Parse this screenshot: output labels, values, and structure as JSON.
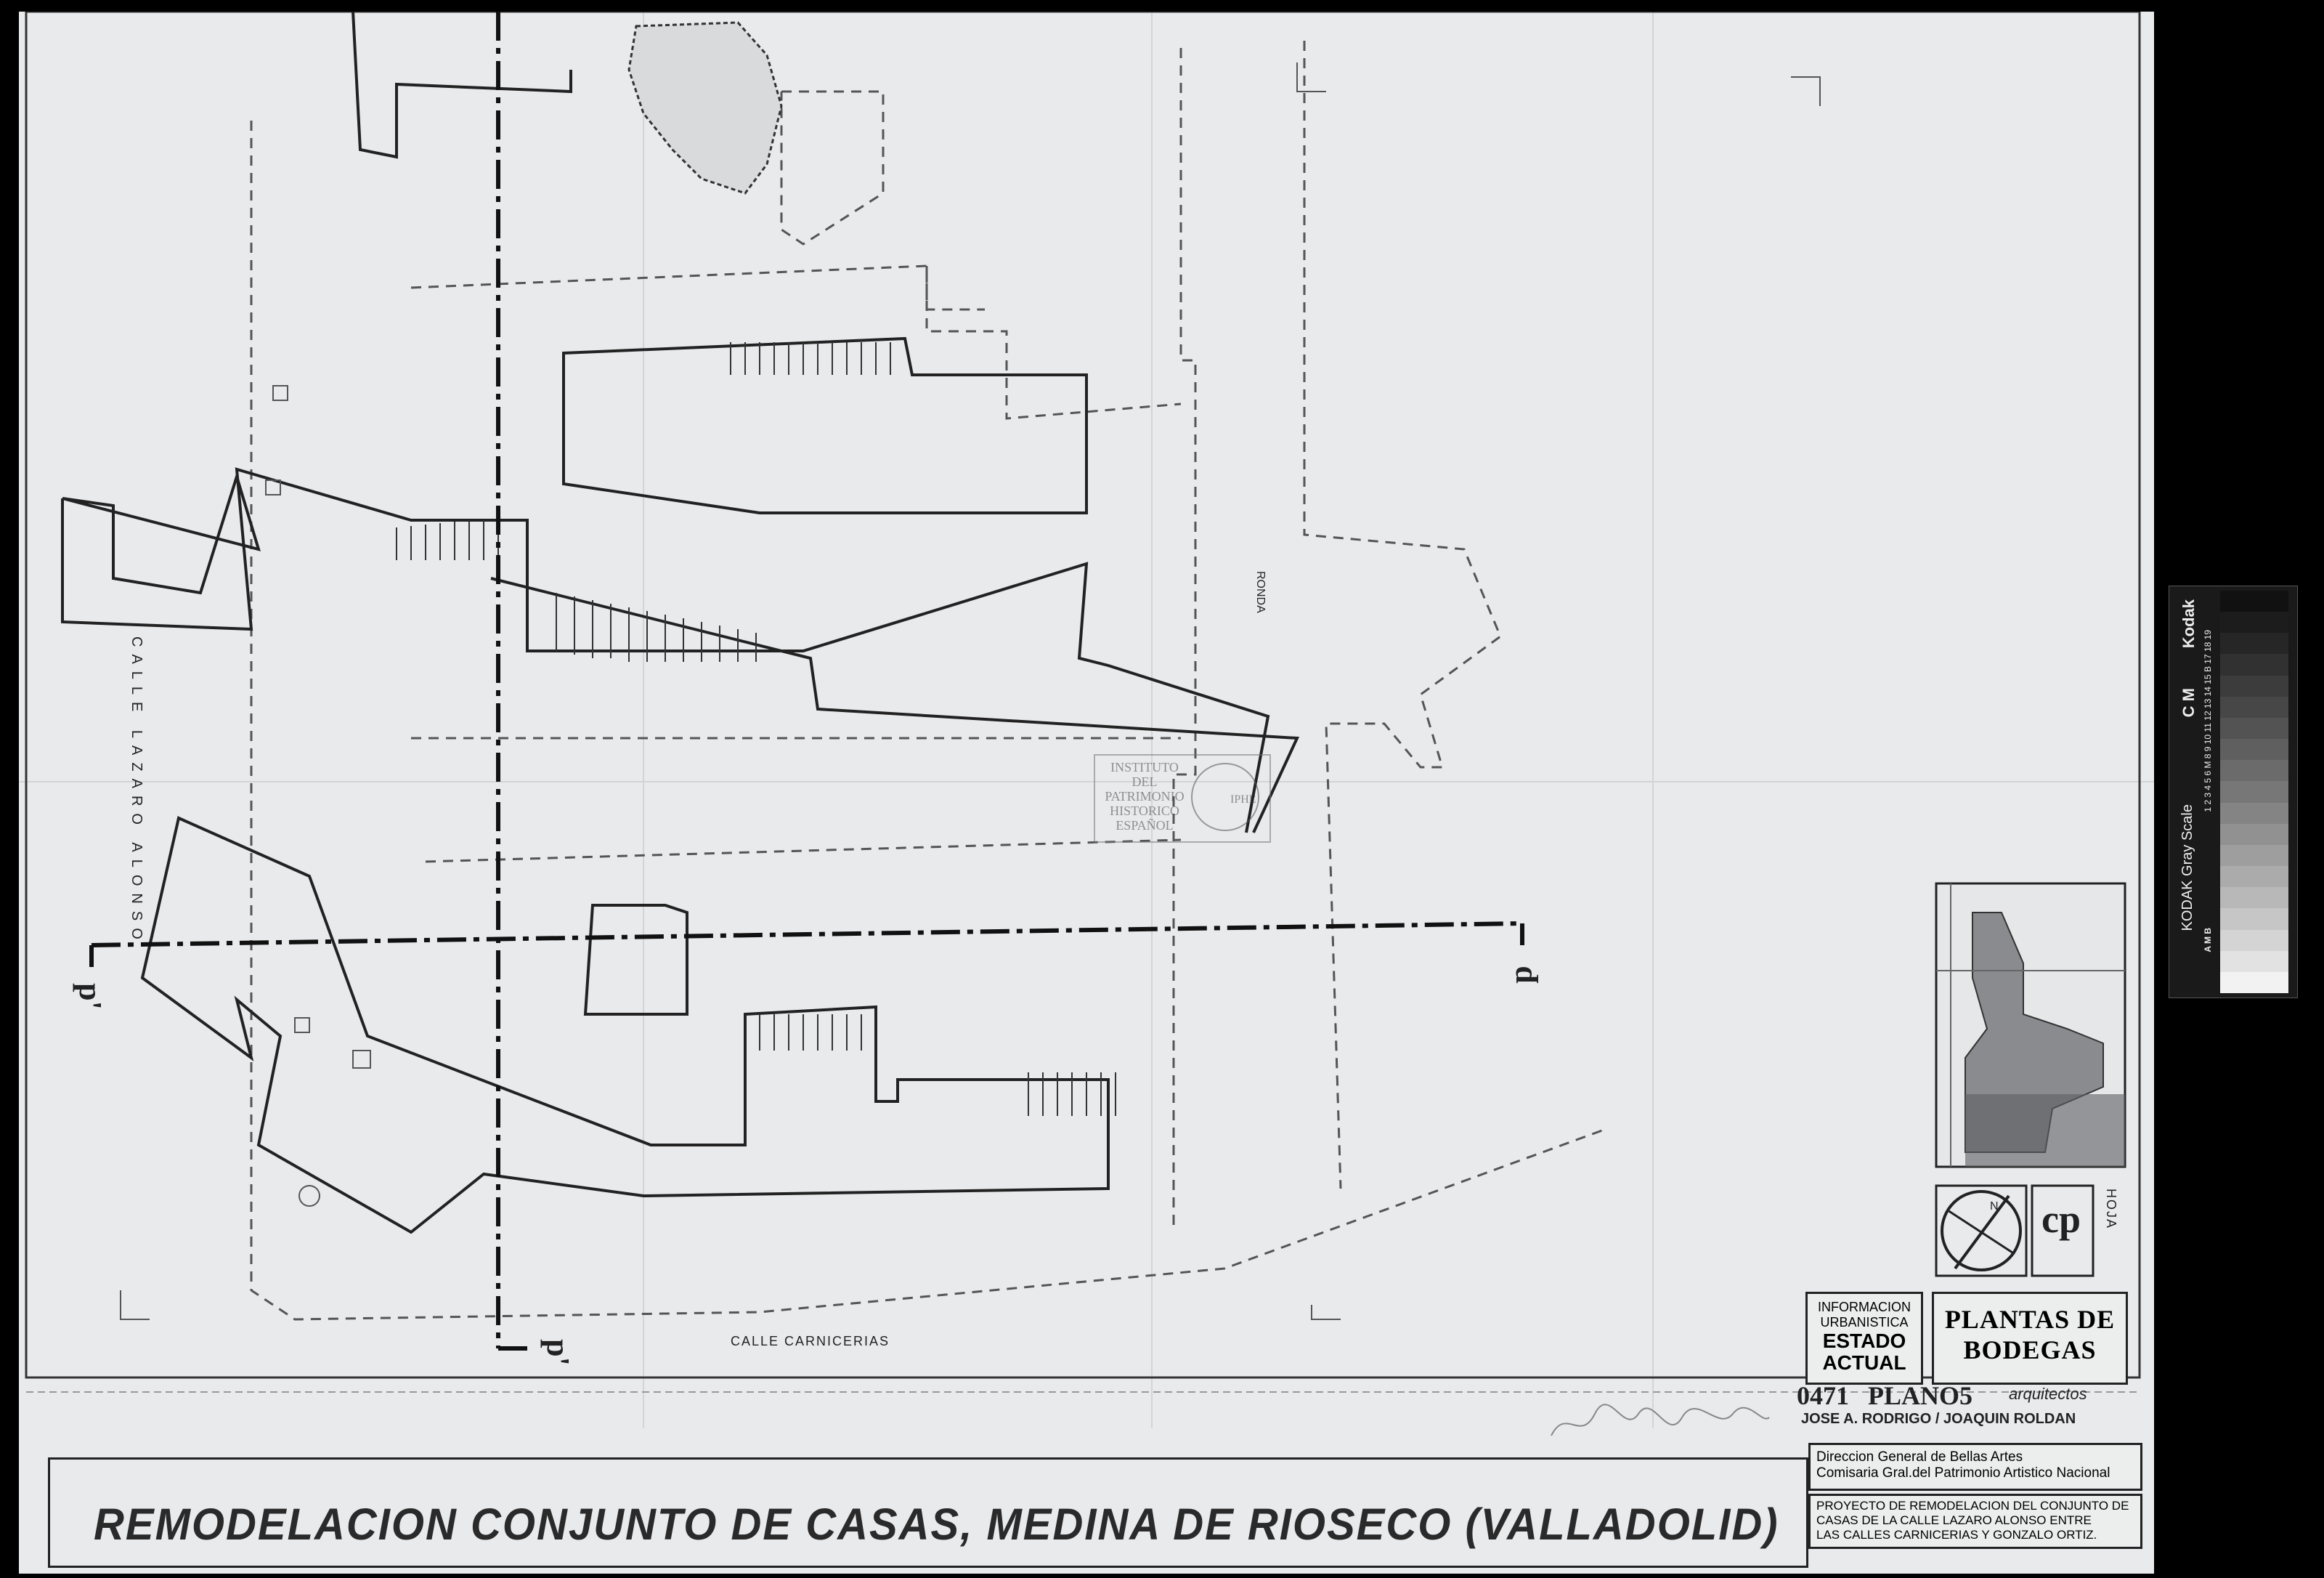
{
  "main_title": "REMODELACION CONJUNTO DE CASAS, MEDINA DE RIOSECO (VALLADOLID)",
  "streets": {
    "calle_lazaro": "CALLE LAZARO ALONSO",
    "calle_carnicerias": "CALLE CARNICERIAS",
    "ronda": "RONDA"
  },
  "section_marks": {
    "p_left": "p'",
    "p_right": "p",
    "p_bottom": "p'"
  },
  "info_box": {
    "line1": "INFORMACION",
    "line2": "URBANISTICA",
    "line3": "ESTADO",
    "line4": "ACTUAL"
  },
  "sheet_title": {
    "line1": "PLANTAS DE",
    "line2": "BODEGAS"
  },
  "hoja": "HOJA",
  "plan_number": "0471",
  "plano": "PLANO5",
  "arquitectos_label": "arquitectos",
  "architects": "JOSE A. RODRIGO / JOAQUIN ROLDAN",
  "direccion": {
    "line1": "Direccion General de Bellas Artes",
    "line2": "Comisaria Gral.del Patrimonio Artistico Nacional"
  },
  "proyecto": {
    "line1": "PROYECTO DE REMODELACION DEL CONJUNTO DE",
    "line2": "CASAS DE LA CALLE LAZARO ALONSO ENTRE",
    "line3": "LAS CALLES CARNICERIAS Y GONZALO ORTIZ."
  },
  "stamp": {
    "line1": "INSTITUTO",
    "line2": "DEL",
    "line3": "PATRIMONIO",
    "line4": "HISTORICO",
    "line5": "ESPAÑOL",
    "code": "IPHE"
  },
  "kodak": {
    "brand": "Kodak",
    "label": "KODAK Gray Scale",
    "marks": "C  M",
    "letters": "A  M  B",
    "numbers": "1 2 3 4 5 6 M 8 9 10 11 12 13 14 15 B 17 18 19"
  },
  "north_label": "N",
  "colors": {
    "paper": "#e9eaec",
    "ink": "#222222",
    "background": "#000000"
  }
}
